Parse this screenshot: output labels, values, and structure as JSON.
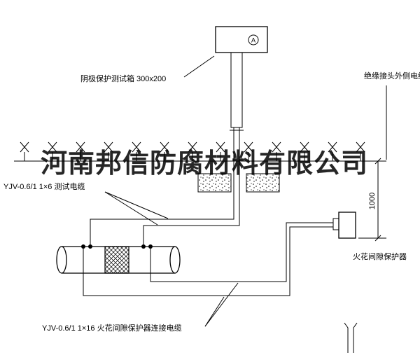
{
  "watermark": {
    "text": "河南邦信防腐材料有限公司"
  },
  "labels": {
    "test_box": "阴极保护测试箱 300x200",
    "right_cable": "绝缘接头外侧电缆",
    "test_cable": "YJV-0.6/1 1×6  测试电缆",
    "bottom_cable": "YJV-0.6/1 1×16  火花间隙保护器连接电缆",
    "spark_gap": "火花间隙保护器",
    "dimension": "1000",
    "meter_symbol": "A"
  },
  "colors": {
    "line": "#000000",
    "background": "#ffffff",
    "watermark": "#000000"
  }
}
